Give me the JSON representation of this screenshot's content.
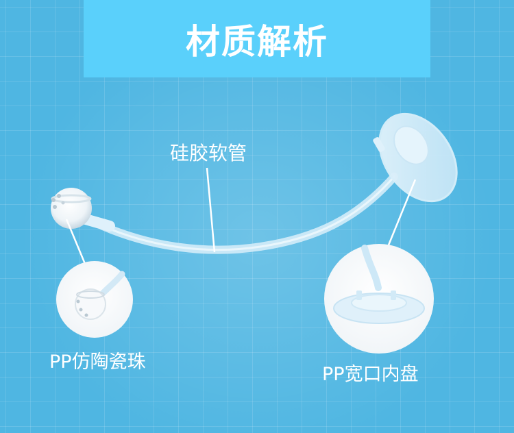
{
  "title": "材质解析",
  "labels": {
    "tube": "硅胶软管",
    "bead": "PP仿陶瓷珠",
    "disc": "PP宽口内盘"
  },
  "colors": {
    "background": "#4fb6e2",
    "title_box": "#5ad0fb",
    "text": "#ffffff",
    "grid": "rgba(255,255,255,0.13)"
  }
}
